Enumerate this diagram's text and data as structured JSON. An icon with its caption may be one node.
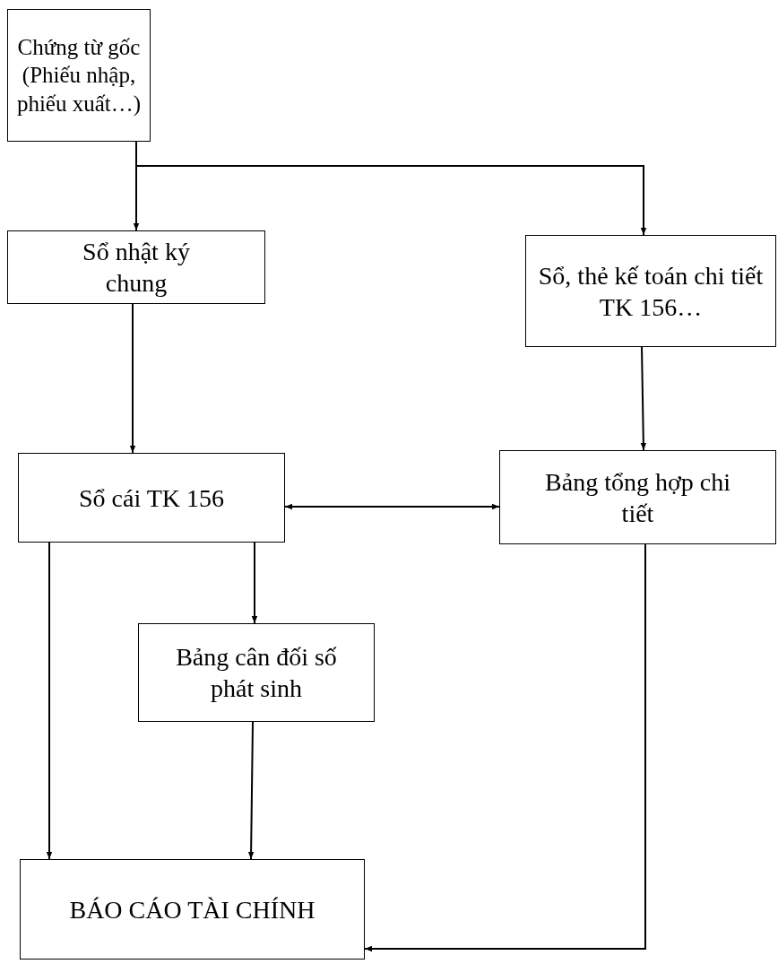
{
  "diagram": {
    "nodes": [
      {
        "text": [
          "Chứng từ gốc (Phiếu nhập, phiếu xuất…)"
        ]
      },
      {
        "text": [
          "Sổ nhật ký chung"
        ]
      },
      {
        "text": [
          "Sổ, thẻ kế toán chi tiết TK 156…"
        ]
      },
      {
        "text": [
          "Sổ cái TK 156"
        ]
      },
      {
        "text": [
          "Bảng tổng hợp chi tiết"
        ]
      },
      {
        "text": [
          "Bảng cân đối số phát sinh"
        ]
      },
      {
        "text": [
          "BÁO CÁO TÀI CHÍNH"
        ]
      }
    ],
    "edges": [
      {
        "from": 0,
        "to": 1,
        "arrow": "to"
      },
      {
        "from": 0,
        "to": 2,
        "arrow": "to"
      },
      {
        "from": 1,
        "to": 3,
        "arrow": "to"
      },
      {
        "from": 2,
        "to": 4,
        "arrow": "to"
      },
      {
        "from": 3,
        "to": 4,
        "arrow": "both"
      },
      {
        "from": 3,
        "to": 5,
        "arrow": "to"
      },
      {
        "from": 3,
        "to": 6,
        "arrow": "to"
      },
      {
        "from": 5,
        "to": 6,
        "arrow": "to"
      },
      {
        "from": 4,
        "to": 6,
        "arrow": "to"
      }
    ]
  }
}
